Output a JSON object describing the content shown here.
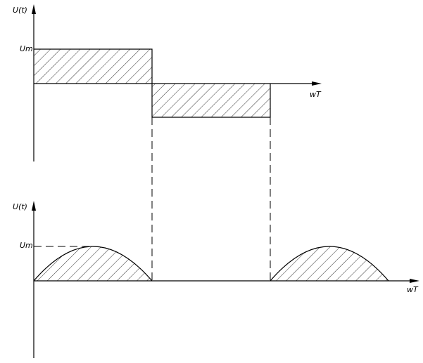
{
  "diagram": {
    "top_plot": {
      "y_axis_label": "U(t)",
      "amplitude_label": "Um",
      "x_axis_label": "wT"
    },
    "bottom_plot": {
      "y_axis_label": "U(t)",
      "amplitude_label": "Um",
      "x_axis_label": "wT"
    }
  }
}
